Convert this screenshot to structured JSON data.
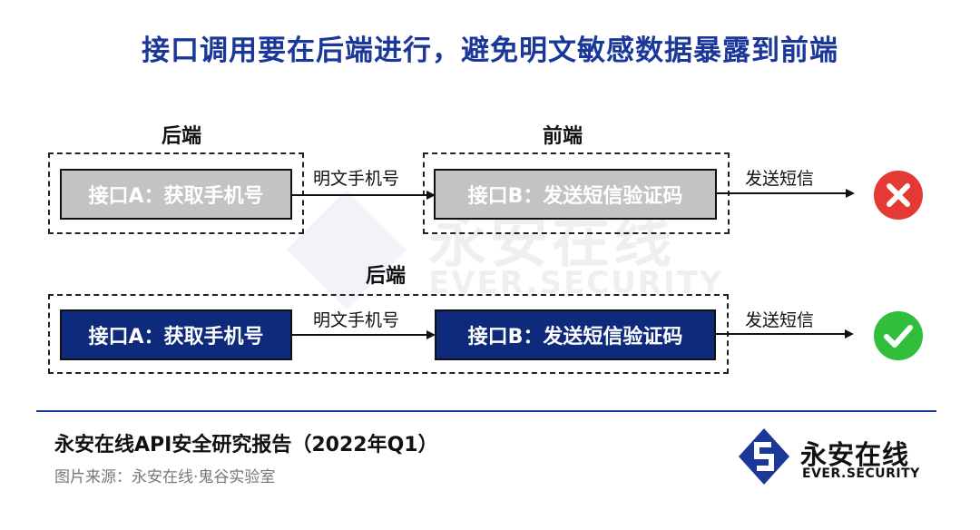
{
  "title": "接口调用要在后端进行，避免明文敏感数据暴露到前端",
  "diagram": {
    "top": {
      "group_left_label": "后端",
      "group_right_label": "前端",
      "node_a": "接口A：获取手机号",
      "node_b": "接口B：发送短信验证码",
      "edge_ab": "明文手机号",
      "edge_out": "发送短信",
      "result": "wrong"
    },
    "bottom": {
      "group_label": "后端",
      "node_a": "接口A：获取手机号",
      "node_b": "接口B：发送短信验证码",
      "edge_ab": "明文手机号",
      "edge_out": "发送短信",
      "result": "correct"
    }
  },
  "watermark": {
    "cn": "永安在线",
    "en": "EVER.SECURITY"
  },
  "footer": {
    "title": "永安在线API安全研究报告（2022年Q1）",
    "source": "图片来源：永安在线·鬼谷实验室"
  },
  "logo": {
    "cn": "永安在线",
    "en": "EVER.SECURITY"
  },
  "colors": {
    "title": "#1a3799",
    "node_blue": "#0e2a7c",
    "node_grey": "#c3c3c3",
    "wrong": "#e53935",
    "correct": "#2fbf3a"
  },
  "icons": {
    "wrong": "x-circle-icon",
    "correct": "check-circle-icon",
    "logo": "ever-security-logo-icon"
  }
}
